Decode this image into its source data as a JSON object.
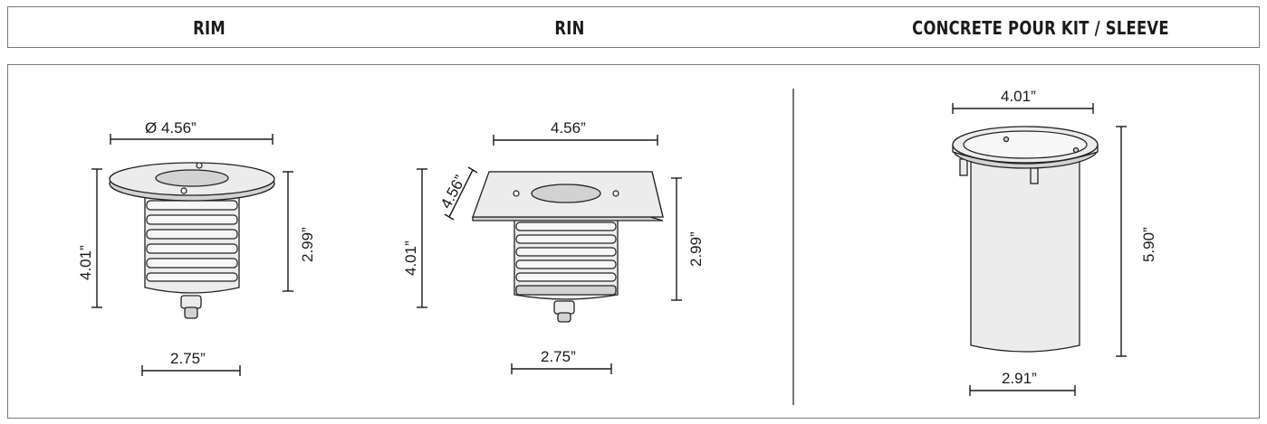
{
  "header": {
    "columns": [
      {
        "id": "rim",
        "label": "RIM"
      },
      {
        "id": "rin",
        "label": "RIN"
      },
      {
        "id": "sleeve",
        "label": "CONCRETE POUR KIT / SLEEVE"
      }
    ]
  },
  "rim": {
    "diameter": "Ø 4.56”",
    "height_total": "4.01”",
    "height_body": "2.99”",
    "base_width": "2.75”"
  },
  "rin": {
    "width": "4.56”",
    "depth": "4.56”",
    "height_total": "4.01”",
    "height_body": "2.99”",
    "base_width": "2.75”"
  },
  "sleeve": {
    "top_width": "4.01”",
    "height": "5.90”",
    "bottom_width": "2.91”"
  },
  "colors": {
    "border": "#7a7a7a",
    "line": "#1a1a1a",
    "fill": "#ececec"
  }
}
